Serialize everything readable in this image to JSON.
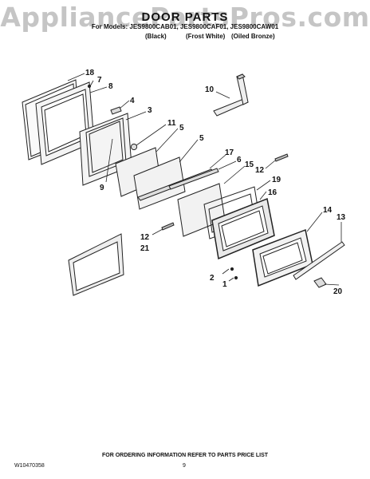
{
  "watermark": "AppliancePartsPros.com",
  "header": {
    "title": "DOOR PARTS",
    "models_line": "For Models: JES9800CAB01, JES9800CAF01, JES9800CAW01",
    "color_black": "(Black)",
    "color_frost": "(Frost White)",
    "color_oiled": "(Oiled Bronze)"
  },
  "callouts": [
    "18",
    "7",
    "8",
    "4",
    "3",
    "11",
    "5",
    "5",
    "9",
    "10",
    "17",
    "6",
    "15",
    "12",
    "19",
    "16",
    "14",
    "13",
    "12",
    "21",
    "2",
    "1",
    "20"
  ],
  "footer": {
    "ordering_note": "FOR ORDERING INFORMATION REFER TO PARTS PRICE LIST",
    "doc_number": "W10470358",
    "page_number": "9"
  }
}
